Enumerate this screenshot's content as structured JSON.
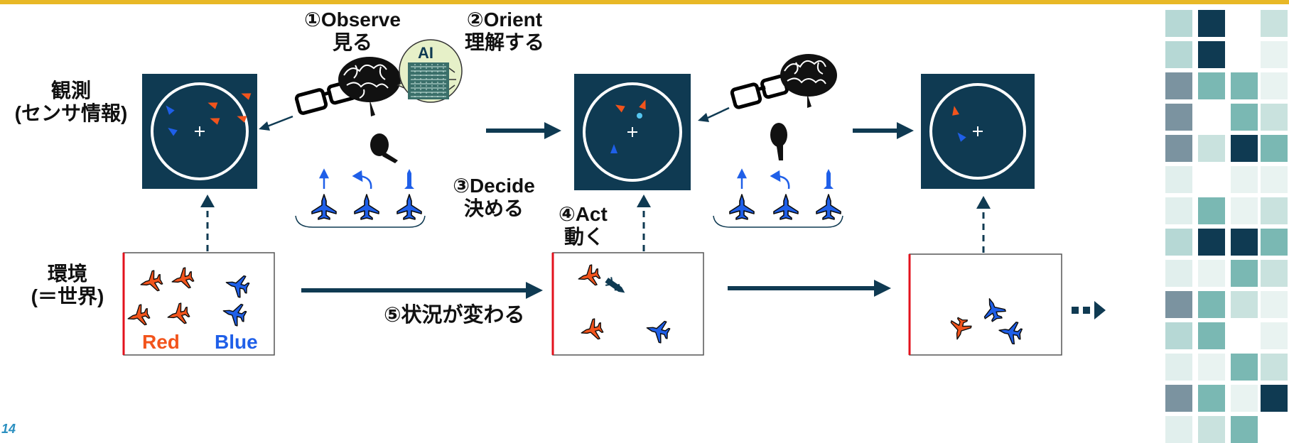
{
  "steps": {
    "observe": {
      "en": "①Observe",
      "ja": "見る"
    },
    "orient": {
      "en": "②Orient",
      "ja": "理解する"
    },
    "decide": {
      "en": "③Decide",
      "ja": "決める"
    },
    "act": {
      "en": "④Act",
      "ja": "動く"
    },
    "change": "⑤状況が変わる"
  },
  "labels": {
    "observation_line1": "観測",
    "observation_line2": "(センサ情報)",
    "environment_line1": "環境",
    "environment_line2": "(＝世界)",
    "ai": "AI",
    "red": "Red",
    "blue": "Blue",
    "continuation": "…",
    "slide_number": "14"
  },
  "colors": {
    "navy": "#0f3a52",
    "red": "#f2541c",
    "blue": "#1f5fe8",
    "teal": "#7ab8b3",
    "light_teal": "#c9e2de",
    "gold_rule": "#e8b826",
    "ai_bubble": "#e6f0c8",
    "ai_chip": "#3a6f6a"
  }
}
